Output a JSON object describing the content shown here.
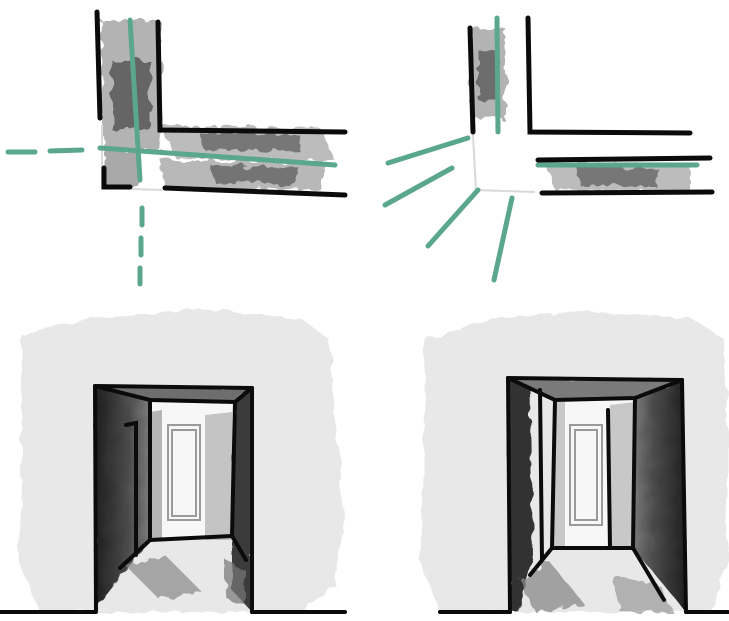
{
  "colors": {
    "background": "#ffffff",
    "ink": "#0b0b0b",
    "teal": "#5aa68f",
    "shadow_light": "#d6d6d6",
    "shadow_mid": "#8f8f8f",
    "shadow_dark": "#3d3d3d",
    "wall_dark": "#2b2b2b",
    "paper_gray": "#e9e9e9"
  },
  "panels": [
    {
      "name": "plan-view-left",
      "content": "corridor-corner-floor-plan",
      "sightlines": "crossing-dashed"
    },
    {
      "name": "plan-view-right",
      "content": "corridor-corner-floor-plan",
      "sightlines": "radiating"
    },
    {
      "name": "perspective-view-left",
      "content": "corridor-doorway-perspective",
      "lit_side": "right"
    },
    {
      "name": "perspective-view-right",
      "content": "corridor-doorway-perspective",
      "lit_side": "left"
    }
  ]
}
